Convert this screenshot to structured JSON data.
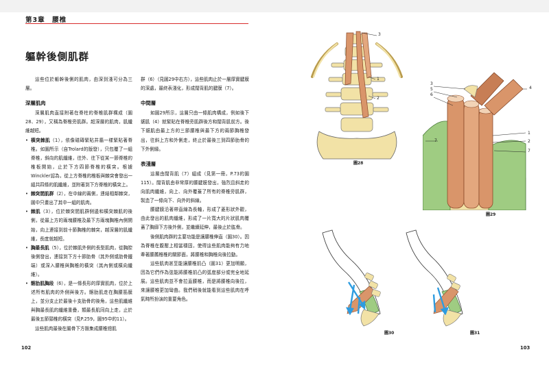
{
  "header": {
    "chapter": "第3章　腰椎"
  },
  "title": "軀幹後側肌群",
  "left": {
    "intro": "這些位於軀幹後側的肌肉，由深到淺可分為三層。",
    "deep": {
      "title": "深層肌肉",
      "p1": "深層肌肉直接附著在脊柱的脊椎肌群構成（圖28、29），又稱為脊椎旁肌群。超深層的肌肉，肌纖維越短。",
      "items": [
        {
          "name": "橫突棘肌",
          "text": "（1），依像磁磚緊貼井牆一樣緊貼著脊椎。如圖所示（自Trolard的版發），只包覆了一組脊椎，斜向的肌纖維，往外、往下從某一節脊椎的椎板開始，止於下方四節脊椎的橫突。根據Winckler認為，從上方脊椎的椎板與棘突會發出一組共四條的肌纖維，並附著到下方脊椎的橫突上。"
        },
        {
          "name": "棘突間肌群",
          "text": "（2），在中線的兩側，連結相鄰棘突，圖中只畫出了其中一組的肌肉。"
        },
        {
          "name": "棘肌",
          "text": "（3），位於棘突間肌群側邊和橫突棘肌的後側，從最上方的兩塊腰椎及最下方兩塊胸椎內側開始，向上連接到前十節胸椎的棘突，越深層的肌纖維，長度就越短。"
        },
        {
          "name": "胸最長肌",
          "text": "（5），位於棘肌外側的長型肌肉，從胸腔後側發出，連接到下方十節肋骨（其外側或肋骨鐵端）或深入腰椎與胸椎的橫突（其內側或橫向纖維）。"
        },
        {
          "name": "髂肋肌胸段",
          "text": "（6），是一條長形的厚實肌肉，位於上述所有肌肉的外側與後方。髂肋肌走在胸腰筋膜上，並分支止於最後十支肋骨的後角，這些肌纖維與胸最長肌的纖維重疊，類最長肌同向上走，止於最後五節頸椎的橫突（見P.259，圖95中的11）。"
        }
      ],
      "closing": "這些肌肉最後在腸骨下方匯集成腰椎總肌"
    }
  },
  "middle": {
    "cont": "群（6）（見圖29中右方），這些肌肉止於一層厚實腱膜的深處，最終表淺化，形成闊背肌的腱膜（7）。",
    "mid": {
      "title": "中間層",
      "text": "如圖29所示，這層只由一條肌肉構成，例如後下鋸肌（4）就緊貼在脊椎旁肌群後方和闊背肌前方。後下鋸肌由最上方的三節腰椎與最下方的兩節胸椎發出，往斜上方和外側走，終止於最後三到四節肋骨的下外側緣。"
    },
    "sup": {
      "title": "表淺層",
      "p1": "這層由闊背肌（7）組成（見第一冊，P.73的圖115）。闊背肌由非常厚的腰腱膜發出，強烈且斜走的向肌肉纖維，向上、向外覆蓋了所有的脊椎旁肌群，製造了一條向下、向外的斜線。",
      "p2": "腰腱膜沿著帶直線為長軸，形成了菱形狀外觀，由此發出的肌肉纖維，形成了一片寬大的片狀肌肉覆蓋了胸廓下方後外側，並繼續延伸，最後止於肱骨。",
      "p3": "後側肌肉群的主要功能是讓腰椎伸直（圖30）。因為脊椎在腹壓上相當穩固，使得這些肌肉能夠有力地牽著腰薦椎椎的關節面，將腰椎和胸椎向後拉動。",
      "p4": "這些肌肉甚至能讓腰椎前凸（圖31）更加明顯，因為它們作為弦能將腰椎前凸的弧度部分或完全地延展。這些肌肉並不會拉直腰椎，而是將腰椎向後拉，來讓腰椎更加彎曲。我們稍後就能看到這些肌肉在呼氣時所扮演的重要角色。"
    }
  },
  "figures": {
    "fig28": "圖28",
    "fig29": "圖29",
    "fig30": "圖30",
    "fig31": "圖31"
  },
  "labels28": [
    "3",
    "1",
    "2"
  ],
  "labels29": [
    "3",
    "5",
    "6",
    "4",
    "1",
    "2",
    "7",
    "7"
  ],
  "pages": {
    "left": "102",
    "right": "103"
  },
  "colors": {
    "accent": "#d82a2a",
    "muscle": "#d9956a",
    "bone": "#f2e2a6",
    "tendon": "#9fcc82",
    "arrow": "#2e9ce0"
  }
}
